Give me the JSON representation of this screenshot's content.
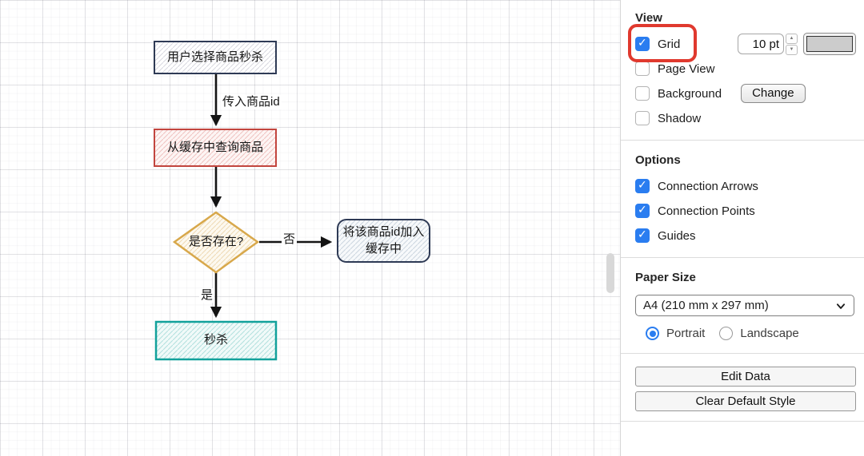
{
  "canvas": {
    "nodes": {
      "start": {
        "label": "用户选择商品秒杀",
        "border_color": "#2e3a55",
        "hatch_color": "#d8d8e0"
      },
      "query": {
        "label": "从缓存中查询商品",
        "border_color": "#c2453e",
        "hatch_color": "#efc3c0"
      },
      "decision": {
        "label": "是否存在?",
        "border_color": "#d8a84b",
        "hatch_color": "#eed9b4"
      },
      "add_cache": {
        "label": "将该商品id加入\n缓存中",
        "border_color": "#2e3a55",
        "hatch_color": "#ccd6df"
      },
      "seckill": {
        "label": "秒杀",
        "border_color": "#12a19b",
        "hatch_color": "#b2e0dd"
      }
    },
    "edges": {
      "pass_id": {
        "label": "传入商品id"
      },
      "no_branch": {
        "label": "否"
      },
      "yes_branch": {
        "label": "是"
      }
    }
  },
  "panel": {
    "view": {
      "title": "View",
      "grid": {
        "label": "Grid",
        "checked": true,
        "size_value": "10 pt",
        "highlight_color": "#e0392e"
      },
      "page_view": {
        "label": "Page View",
        "checked": false
      },
      "background": {
        "label": "Background",
        "checked": false,
        "change_label": "Change"
      },
      "shadow": {
        "label": "Shadow",
        "checked": false
      }
    },
    "options": {
      "title": "Options",
      "items": [
        {
          "label": "Connection Arrows",
          "checked": true
        },
        {
          "label": "Connection Points",
          "checked": true
        },
        {
          "label": "Guides",
          "checked": true
        }
      ]
    },
    "paper": {
      "title": "Paper Size",
      "selected": "A4 (210 mm x 297 mm)",
      "portrait": {
        "label": "Portrait",
        "selected": true
      },
      "landscape": {
        "label": "Landscape",
        "selected": false
      }
    },
    "actions": {
      "edit_data": "Edit Data",
      "clear_default_style": "Clear Default Style"
    },
    "accent_color": "#2a7df0"
  }
}
